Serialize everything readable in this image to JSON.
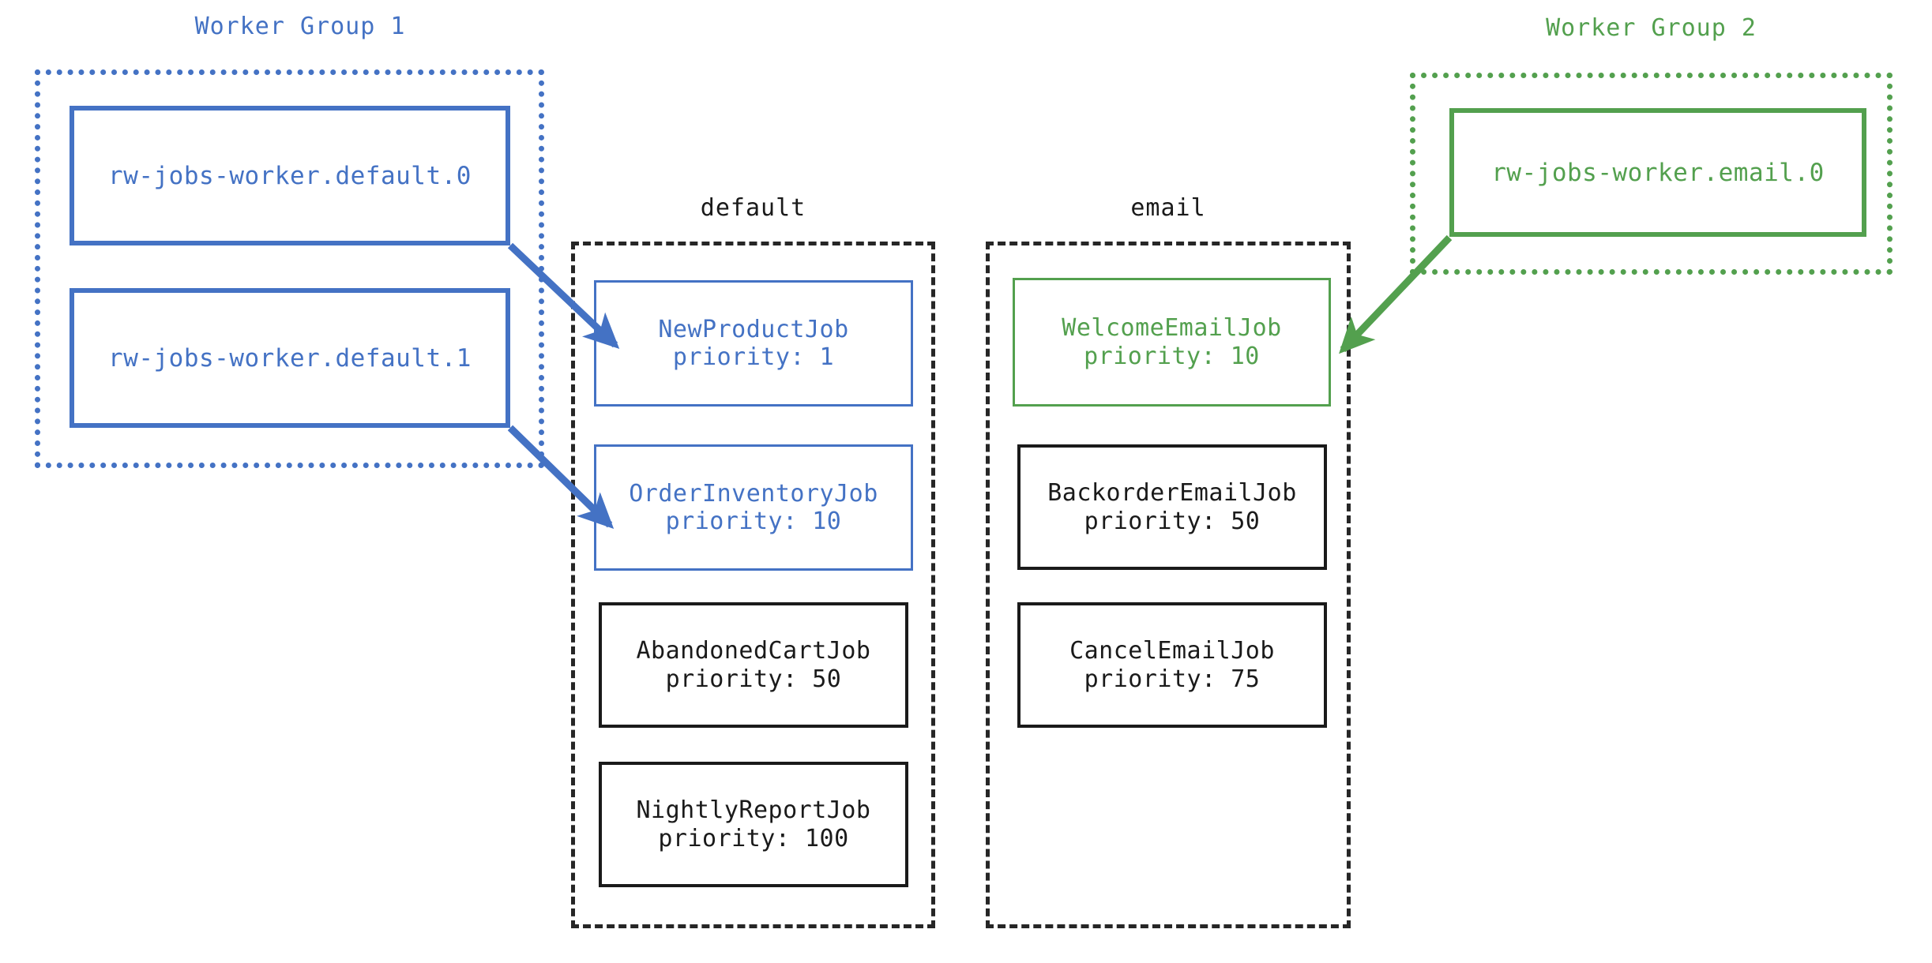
{
  "diagram": {
    "worker_groups": [
      {
        "id": "worker-group-1",
        "title": "Worker Group 1",
        "color": "#4472c4",
        "workers": [
          {
            "label": "rw-jobs-worker.default.0"
          },
          {
            "label": "rw-jobs-worker.default.1"
          }
        ]
      },
      {
        "id": "worker-group-2",
        "title": "Worker Group 2",
        "color": "#53a04e",
        "workers": [
          {
            "label": "rw-jobs-worker.email.0"
          }
        ]
      }
    ],
    "queues": [
      {
        "id": "queue-default",
        "title": "default",
        "jobs": [
          {
            "name": "NewProductJob",
            "priority_label": "priority: 1",
            "priority": 1,
            "highlight": "blue"
          },
          {
            "name": "OrderInventoryJob",
            "priority_label": "priority: 10",
            "priority": 10,
            "highlight": "blue"
          },
          {
            "name": "AbandonedCartJob",
            "priority_label": "priority: 50",
            "priority": 50,
            "highlight": "neutral"
          },
          {
            "name": "NightlyReportJob",
            "priority_label": "priority: 100",
            "priority": 100,
            "highlight": "neutral"
          }
        ]
      },
      {
        "id": "queue-email",
        "title": "email",
        "jobs": [
          {
            "name": "WelcomeEmailJob",
            "priority_label": "priority: 10",
            "priority": 10,
            "highlight": "green"
          },
          {
            "name": "BackorderEmailJob",
            "priority_label": "priority: 50",
            "priority": 50,
            "highlight": "neutral"
          },
          {
            "name": "CancelEmailJob",
            "priority_label": "priority: 75",
            "priority": 75,
            "highlight": "neutral"
          }
        ]
      }
    ],
    "connections": [
      {
        "id": "arrow-default0-to-newproduct",
        "from": "rw-jobs-worker.default.0",
        "to": "NewProductJob",
        "color": "#4472c4"
      },
      {
        "id": "arrow-default1-to-orderinventory",
        "from": "rw-jobs-worker.default.1",
        "to": "OrderInventoryJob",
        "color": "#4472c4"
      },
      {
        "id": "arrow-email0-to-welcomeemail",
        "from": "rw-jobs-worker.email.0",
        "to": "WelcomeEmailJob",
        "color": "#53a04e"
      }
    ],
    "colors": {
      "blue": "#4472c4",
      "green": "#53a04e",
      "neutral": "#1a1a1a",
      "background": "#ffffff"
    }
  }
}
